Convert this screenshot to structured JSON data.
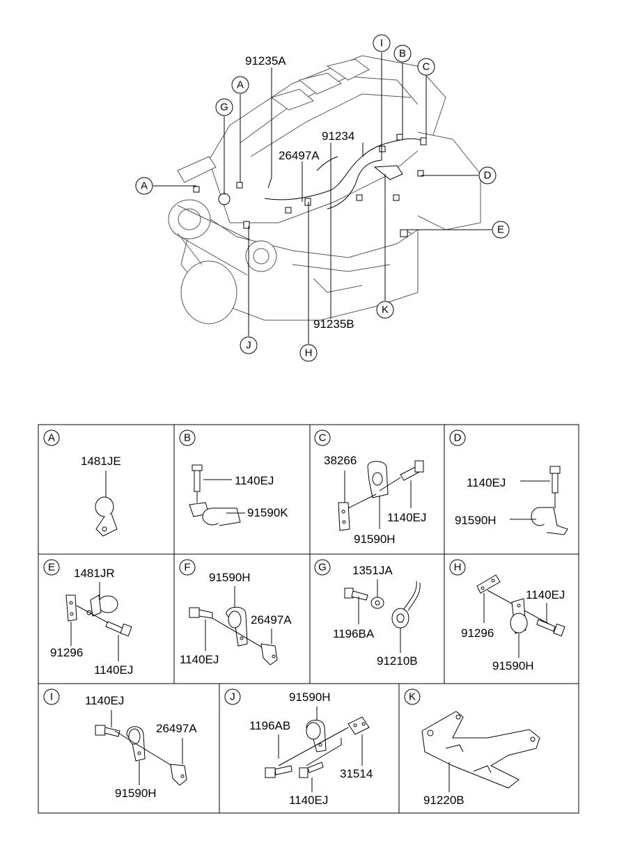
{
  "main_diagram": {
    "part_labels": {
      "p91235A": "91235A",
      "p26497A": "26497A",
      "p91234": "91234",
      "p91235B": "91235B"
    },
    "callouts": {
      "A1": "A",
      "A2": "A",
      "G": "G",
      "I": "I",
      "B": "B",
      "C": "C",
      "D": "D",
      "E": "E",
      "K": "K",
      "J": "J",
      "H": "H"
    }
  },
  "detail_panels": {
    "A": {
      "letter": "A",
      "parts": [
        "1481JE"
      ]
    },
    "B": {
      "letter": "B",
      "parts": [
        "1140EJ",
        "91590K"
      ]
    },
    "C": {
      "letter": "C",
      "parts": [
        "38266",
        "1140EJ",
        "91590H"
      ]
    },
    "D": {
      "letter": "D",
      "parts": [
        "1140EJ",
        "91590H"
      ]
    },
    "E": {
      "letter": "E",
      "parts": [
        "1481JR",
        "91296",
        "1140EJ"
      ]
    },
    "F": {
      "letter": "F",
      "parts": [
        "91590H",
        "26497A",
        "1140EJ"
      ]
    },
    "G": {
      "letter": "G",
      "parts": [
        "1351JA",
        "1196BA",
        "91210B"
      ]
    },
    "H": {
      "letter": "H",
      "parts": [
        "1140EJ",
        "91296",
        "91590H"
      ]
    },
    "I": {
      "letter": "I",
      "parts": [
        "1140EJ",
        "26497A",
        "91590H"
      ]
    },
    "J": {
      "letter": "J",
      "parts": [
        "91590H",
        "1196AB",
        "31514",
        "1140EJ"
      ]
    },
    "K": {
      "letter": "K",
      "parts": [
        "91220B"
      ]
    }
  }
}
